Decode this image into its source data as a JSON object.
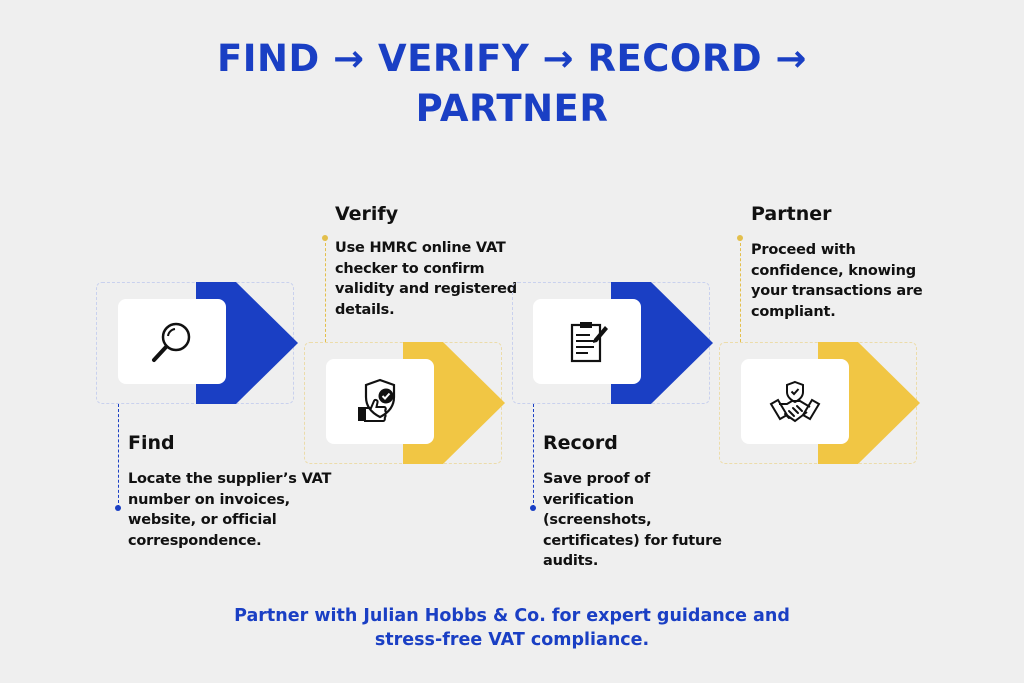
{
  "title": {
    "line1": "FIND → VERIFY → RECORD →",
    "line2": "PARTNER"
  },
  "colors": {
    "blue": "#1a3fc4",
    "yellow": "#f1c644",
    "background": "#efefef"
  },
  "steps": [
    {
      "heading": "Find",
      "icon": "magnifier-icon",
      "color": "blue",
      "description": [
        "Locate the supplier’s VAT",
        "number on invoices,",
        "website, or official",
        "correspondence."
      ]
    },
    {
      "heading": "Verify",
      "icon": "shield-thumbs-up-icon",
      "color": "yellow",
      "description": [
        "Use HMRC online VAT",
        "checker to confirm",
        "validity and registered",
        "details."
      ]
    },
    {
      "heading": "Record",
      "icon": "clipboard-pen-icon",
      "color": "blue",
      "description": [
        "Save proof of",
        "verification",
        "(screenshots,",
        "certificates) for future",
        "audits."
      ]
    },
    {
      "heading": "Partner",
      "icon": "handshake-shield-icon",
      "color": "yellow",
      "description": [
        "Proceed with",
        "confidence, knowing",
        "your transactions are",
        "compliant."
      ]
    }
  ],
  "footer": {
    "line1": "Partner with Julian Hobbs & Co. for expert guidance and",
    "line2": "stress-free VAT compliance."
  }
}
